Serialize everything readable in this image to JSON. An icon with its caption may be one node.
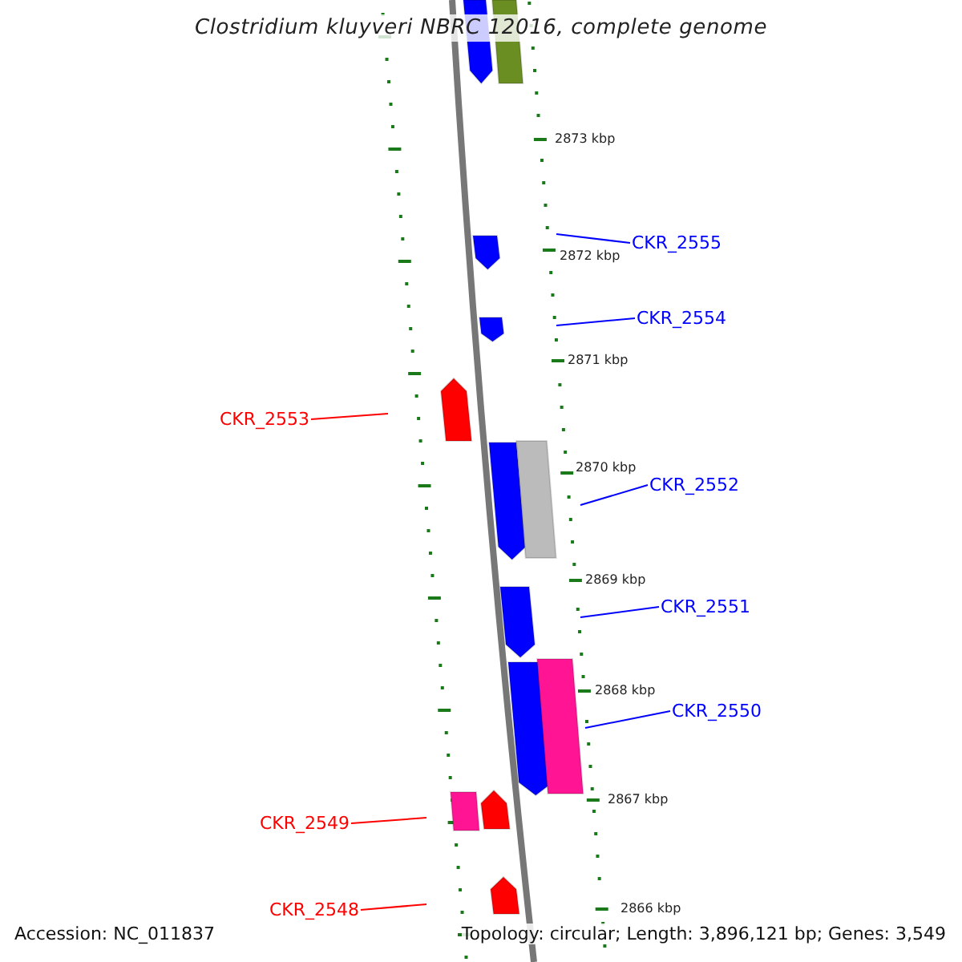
{
  "diagram": {
    "title": "Clostridium kluyveri NBRC 12016, complete genome",
    "nodes": [
      {
        "text": [
          "CKR_2555"
        ]
      },
      {
        "text": [
          "CKR_2554"
        ]
      },
      {
        "text": [
          "CKR_2553"
        ]
      },
      {
        "text": [
          "CKR_2552"
        ]
      },
      {
        "text": [
          "CKR_2551"
        ]
      },
      {
        "text": [
          "CKR_2550"
        ]
      },
      {
        "text": [
          "CKR_2549"
        ]
      },
      {
        "text": [
          "CKR_2548"
        ]
      }
    ],
    "edges": [
      {
        "from": 0,
        "to": null,
        "arrow": "none"
      },
      {
        "from": 1,
        "to": null,
        "arrow": "none"
      },
      {
        "from": 2,
        "to": null,
        "arrow": "none",
        "color": "#ff0000"
      },
      {
        "from": 3,
        "to": null,
        "arrow": "none"
      },
      {
        "from": 4,
        "to": null,
        "arrow": "none"
      },
      {
        "from": 5,
        "to": null,
        "arrow": "none"
      },
      {
        "from": 6,
        "to": null,
        "arrow": "none",
        "color": "#ff0000"
      },
      {
        "from": 7,
        "to": null,
        "arrow": "none",
        "color": "#ff0000"
      }
    ],
    "labels": [
      "2873 kbp",
      "2872 kbp",
      "2871 kbp",
      "2870 kbp",
      "2869 kbp",
      "2868 kbp",
      "2867 kbp",
      "2866 kbp",
      "Accession: NC_011837",
      "Topology: circular; Length: 3,896,121 bp; Genes: 3,549"
    ]
  }
}
